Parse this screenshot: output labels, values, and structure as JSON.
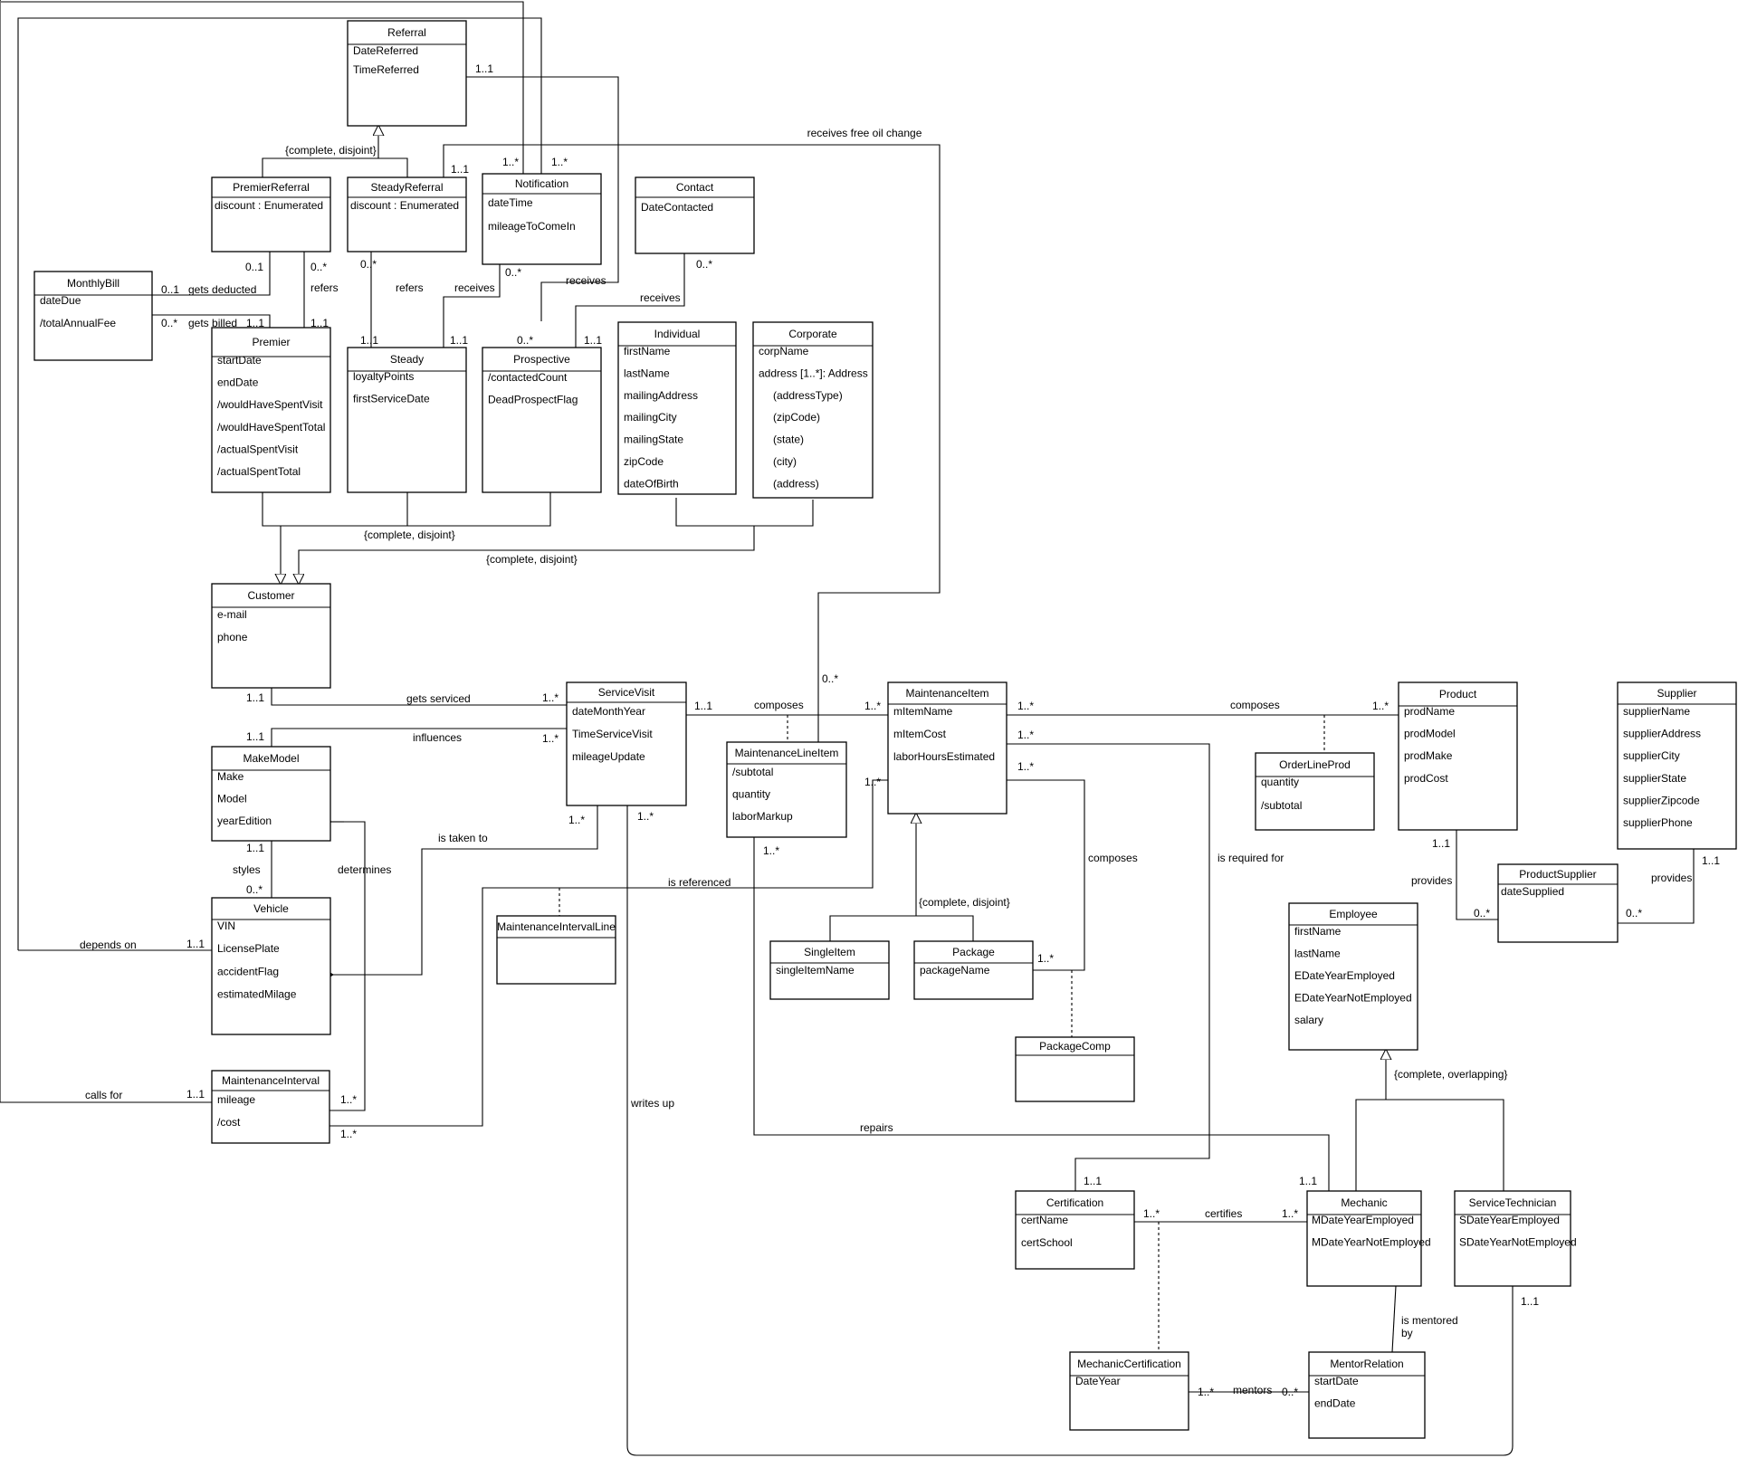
{
  "classes": {
    "referral": {
      "name": "Referral",
      "attrs": [
        "DateReferred",
        "TimeReferred"
      ]
    },
    "premierReferral": {
      "name": "PremierReferral",
      "attrs": [
        "discount : Enumerated"
      ]
    },
    "steadyReferral": {
      "name": "SteadyReferral",
      "attrs": [
        "discount : Enumerated"
      ]
    },
    "notification": {
      "name": "Notification",
      "attrs": [
        "dateTime",
        "mileageToComeIn"
      ]
    },
    "contact": {
      "name": "Contact",
      "attrs": [
        "DateContacted"
      ]
    },
    "monthlyBill": {
      "name": "MonthlyBill",
      "attrs": [
        "dateDue",
        "/totalAnnualFee"
      ]
    },
    "premier": {
      "name": "Premier",
      "attrs": [
        "startDate",
        "endDate",
        "/wouldHaveSpentVisit",
        "/wouldHaveSpentTotal",
        "/actualSpentVisit",
        "/actualSpentTotal"
      ]
    },
    "steady": {
      "name": "Steady",
      "attrs": [
        "loyaltyPoints",
        "firstServiceDate"
      ]
    },
    "prospective": {
      "name": "Prospective",
      "attrs": [
        "/contactedCount",
        "DeadProspectFlag"
      ]
    },
    "individual": {
      "name": "Individual",
      "attrs": [
        "firstName",
        "lastName",
        "mailingAddress",
        "mailingCity",
        "mailingState",
        "zipCode",
        "dateOfBirth"
      ]
    },
    "corporate": {
      "name": "Corporate",
      "attrs": [
        "corpName",
        "address [1..*]: Address",
        "(addressType)",
        "(zipCode)",
        "(state)",
        "(city)",
        "(address)"
      ]
    },
    "customer": {
      "name": "Customer",
      "attrs": [
        "e-mail",
        "phone"
      ]
    },
    "serviceVisit": {
      "name": "ServiceVisit",
      "attrs": [
        "dateMonthYear",
        "TimeServiceVisit",
        "mileageUpdate"
      ]
    },
    "maintenanceLineItem": {
      "name": "MaintenanceLineItem",
      "attrs": [
        "/subtotal",
        "quantity",
        "laborMarkup"
      ]
    },
    "maintenanceItem": {
      "name": "MaintenanceItem",
      "attrs": [
        "mItemName",
        "mItemCost",
        "laborHoursEstimated"
      ]
    },
    "orderLineProd": {
      "name": "OrderLineProd",
      "attrs": [
        "quantity",
        "/subtotal"
      ]
    },
    "product": {
      "name": "Product",
      "attrs": [
        "prodName",
        "prodModel",
        "prodMake",
        "prodCost"
      ]
    },
    "supplier": {
      "name": "Supplier",
      "attrs": [
        "supplierName",
        "supplierAddress",
        "supplierCity",
        "supplierState",
        "supplierZipcode",
        "supplierPhone"
      ]
    },
    "productSupplier": {
      "name": "ProductSupplier",
      "attrs": [
        "dateSupplied"
      ]
    },
    "makeModel": {
      "name": "MakeModel",
      "attrs": [
        "Make",
        "Model",
        "yearEdition"
      ]
    },
    "vehicle": {
      "name": "Vehicle",
      "attrs": [
        "VIN",
        "LicensePlate",
        "accidentFlag",
        "estimatedMilage"
      ]
    },
    "maintenanceInterval": {
      "name": "MaintenanceInterval",
      "attrs": [
        "mileage",
        "/cost"
      ]
    },
    "maintenanceIntervalLine": {
      "name": "MaintenanceIntervalLine",
      "attrs": []
    },
    "singleItem": {
      "name": "SingleItem",
      "attrs": [
        "singleItemName"
      ]
    },
    "package": {
      "name": "Package",
      "attrs": [
        "packageName"
      ]
    },
    "packageComp": {
      "name": "PackageComp",
      "attrs": []
    },
    "employee": {
      "name": "Employee",
      "attrs": [
        "firstName",
        "lastName",
        "EDateYearEmployed",
        "EDateYearNotEmployed",
        "salary"
      ]
    },
    "certification": {
      "name": "Certification",
      "attrs": [
        "certName",
        "certSchool"
      ]
    },
    "mechanic": {
      "name": "Mechanic",
      "attrs": [
        "MDateYearEmployed",
        "MDateYearNotEmployed"
      ]
    },
    "serviceTechnician": {
      "name": "ServiceTechnician",
      "attrs": [
        "SDateYearEmployed",
        "SDateYearNotEmployed"
      ]
    },
    "mechanicCertification": {
      "name": "MechanicCertification",
      "attrs": [
        "DateYear"
      ]
    },
    "mentorRelation": {
      "name": "MentorRelation",
      "attrs": [
        "startDate",
        "endDate"
      ]
    }
  },
  "constraints": {
    "referral_gen": "{complete, disjoint}",
    "customer_gen_a": "{complete, disjoint}",
    "customer_gen_b": "{complete, disjoint}",
    "item_gen": "{complete, disjoint}",
    "employee_gen": "{complete, overlapping}"
  },
  "associations": {
    "receives_free_oil_change": "receives free oil change",
    "gets_deducted": "gets deducted",
    "gets_billed": "gets billed",
    "refers_a": "refers",
    "refers_b": "refers",
    "receives_a": "receives",
    "receives_b": "receives",
    "receives_c": "receives",
    "gets_serviced": "gets serviced",
    "influences": "influences",
    "composes_a": "composes",
    "composes_b": "composes",
    "composes_c": "composes",
    "is_taken_to": "is taken to",
    "is_referenced": "is referenced",
    "styles": "styles",
    "determines": "determines",
    "depends_on": "depends on",
    "calls_for": "calls for",
    "writes_up": "writes up",
    "repairs": "repairs",
    "is_required_for": "is required for",
    "provides_a": "provides",
    "provides_b": "provides",
    "certifies": "certifies",
    "is_mentored_by_1": "is mentored",
    "is_mentored_by_2": "by",
    "mentors": "mentors"
  },
  "multiplicities": {
    "m_ref_notif": "1..1",
    "m_notif_a": "1..*",
    "m_notif_b": "1..*",
    "m_steadyref_top": "1..1",
    "m_premref_bill": "0..1",
    "m_premref_prem": "0..*",
    "m_bill_ref": "0..1",
    "m_bill_prem": "0..*",
    "m_prem_bill": "1..1",
    "m_prem_ref": "1..1",
    "m_steadyref_steady": "0..*",
    "m_steady_ref": "1..1",
    "m_steady_notif": "1..1",
    "m_notif_steady": "0..*",
    "m_contact": "0..*",
    "m_prosp_notif": "0..*",
    "m_prosp_contact": "1..1",
    "m_cust_sv": "1..1",
    "m_sv_cust": "1..*",
    "m_mm_sv": "1..1",
    "m_sv_mm": "1..*",
    "m_sv_mi": "1..1",
    "m_mi_sv": "1..*",
    "m_mli_free": "0..*",
    "m_mi_prod": "1..*",
    "m_prod_mi": "1..*",
    "m_mi_cert": "1..*",
    "m_mi_pkg": "1..*",
    "m_mi_interval": "1..*",
    "m_sv_vehicle": "1..*",
    "m_sv_tech": "1..*",
    "m_mli_mech": "1..*",
    "m_mm_vehicle": "1..1",
    "m_vehicle_mm": "0..*",
    "m_vehicle_ref": "1..1",
    "m_interval_ref": "1..1",
    "m_interval_mm": "1..*",
    "m_interval_mi": "1..*",
    "m_pkg": "1..*",
    "m_prod_ps": "1..1",
    "m_ps_prod": "0..*",
    "m_ps_sup": "0..*",
    "m_sup_ps": "1..1",
    "m_cert_mi": "1..1",
    "m_mech_repairs": "1..1",
    "m_cert_mech": "1..*",
    "m_mech_cert": "1..*",
    "m_st_sv": "1..1",
    "m_mc_mentor": "1..*",
    "m_mentor_mc": "0..*"
  }
}
